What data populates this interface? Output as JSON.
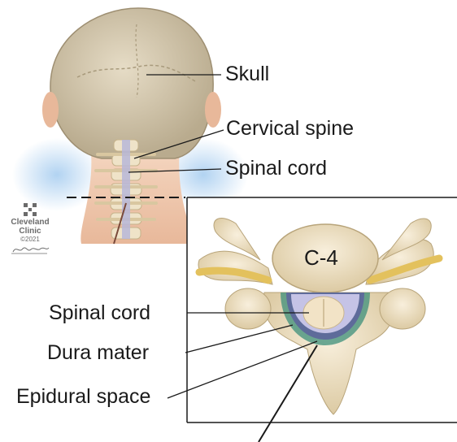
{
  "labels": {
    "skull": "Skull",
    "cervical_spine": "Cervical spine",
    "spinal_cord_top": "Spinal cord",
    "spinal_cord_bottom": "Spinal cord",
    "dura_mater": "Dura mater",
    "epidural_space": "Epidural space",
    "vertebra_level": "C-4"
  },
  "logo": {
    "name_line1": "Cleveland",
    "name_line2": "Clinic",
    "copyright": "©2021",
    "signature": "Jeanne"
  },
  "colors": {
    "skull": "#d9cdb4",
    "bone": "#efe3c8",
    "spinal_cord": "#b7b7d8",
    "dura": "#5e6b9a",
    "epidural": "#3c8f7a",
    "nerve": "#e3c15d",
    "skin": "#f1c7ac",
    "halo": "#a9cef0"
  }
}
